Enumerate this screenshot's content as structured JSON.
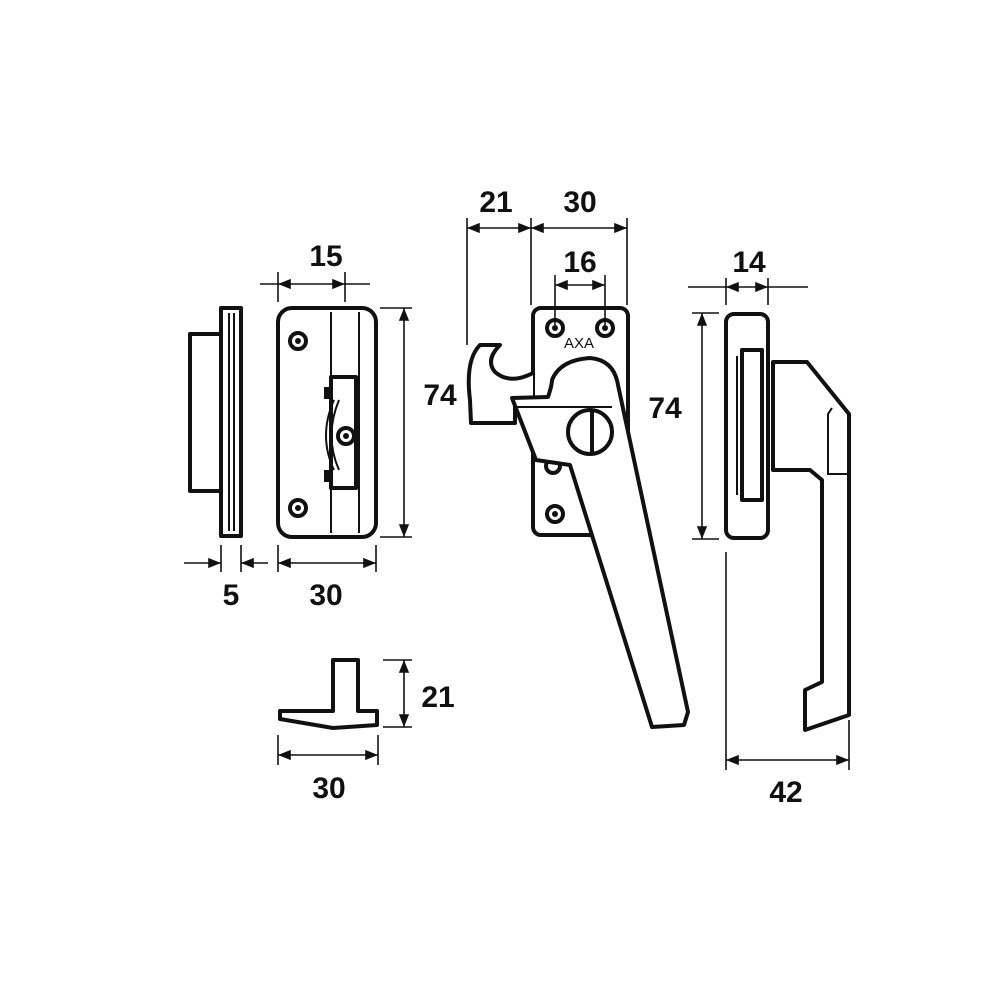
{
  "brand": "AXA",
  "dimensions": {
    "keeper_width_top": "15",
    "keeper_height": "74",
    "keeper_side_depth": "5",
    "keeper_width_bottom": "30",
    "wedge_height": "21",
    "wedge_width": "30",
    "hook_offset": "21",
    "plate_width": "30",
    "screw_spacing": "16",
    "plate_height": "74",
    "side_plate_depth": "14",
    "handle_projection": "42"
  },
  "colors": {
    "line": "#111111",
    "background": "#ffffff"
  }
}
